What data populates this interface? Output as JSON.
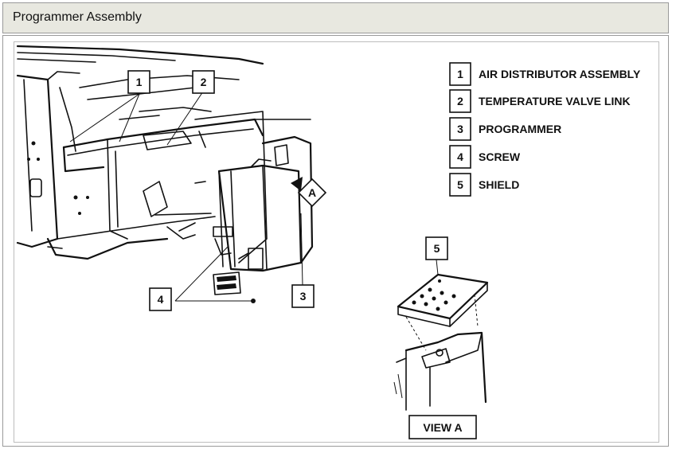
{
  "header": {
    "title": "Programmer Assembly"
  },
  "legend": [
    {
      "number": "1",
      "label": "AIR DISTRIBUTOR ASSEMBLY"
    },
    {
      "number": "2",
      "label": "TEMPERATURE VALVE LINK"
    },
    {
      "number": "3",
      "label": "PROGRAMMER"
    },
    {
      "number": "4",
      "label": "SCREW"
    },
    {
      "number": "5",
      "label": "SHIELD"
    }
  ],
  "callouts": {
    "c1": "1",
    "c2": "2",
    "c3": "3",
    "c4": "4",
    "c5": "5",
    "view_marker": "A"
  },
  "view_label": "VIEW A"
}
